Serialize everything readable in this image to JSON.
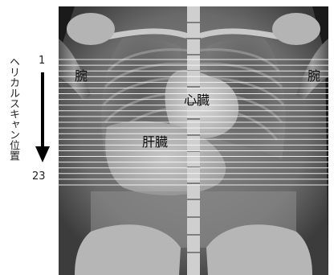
{
  "annotation": {
    "vertical_caption": "ヘリカルスキャン位置",
    "scan_start": "1",
    "scan_end": "23"
  },
  "labels": {
    "arm_left": "腕",
    "arm_right": "腕",
    "heart": "心臓",
    "liver": "肝臓"
  },
  "scan_lines": {
    "count": 23,
    "color": "#ffffff"
  }
}
